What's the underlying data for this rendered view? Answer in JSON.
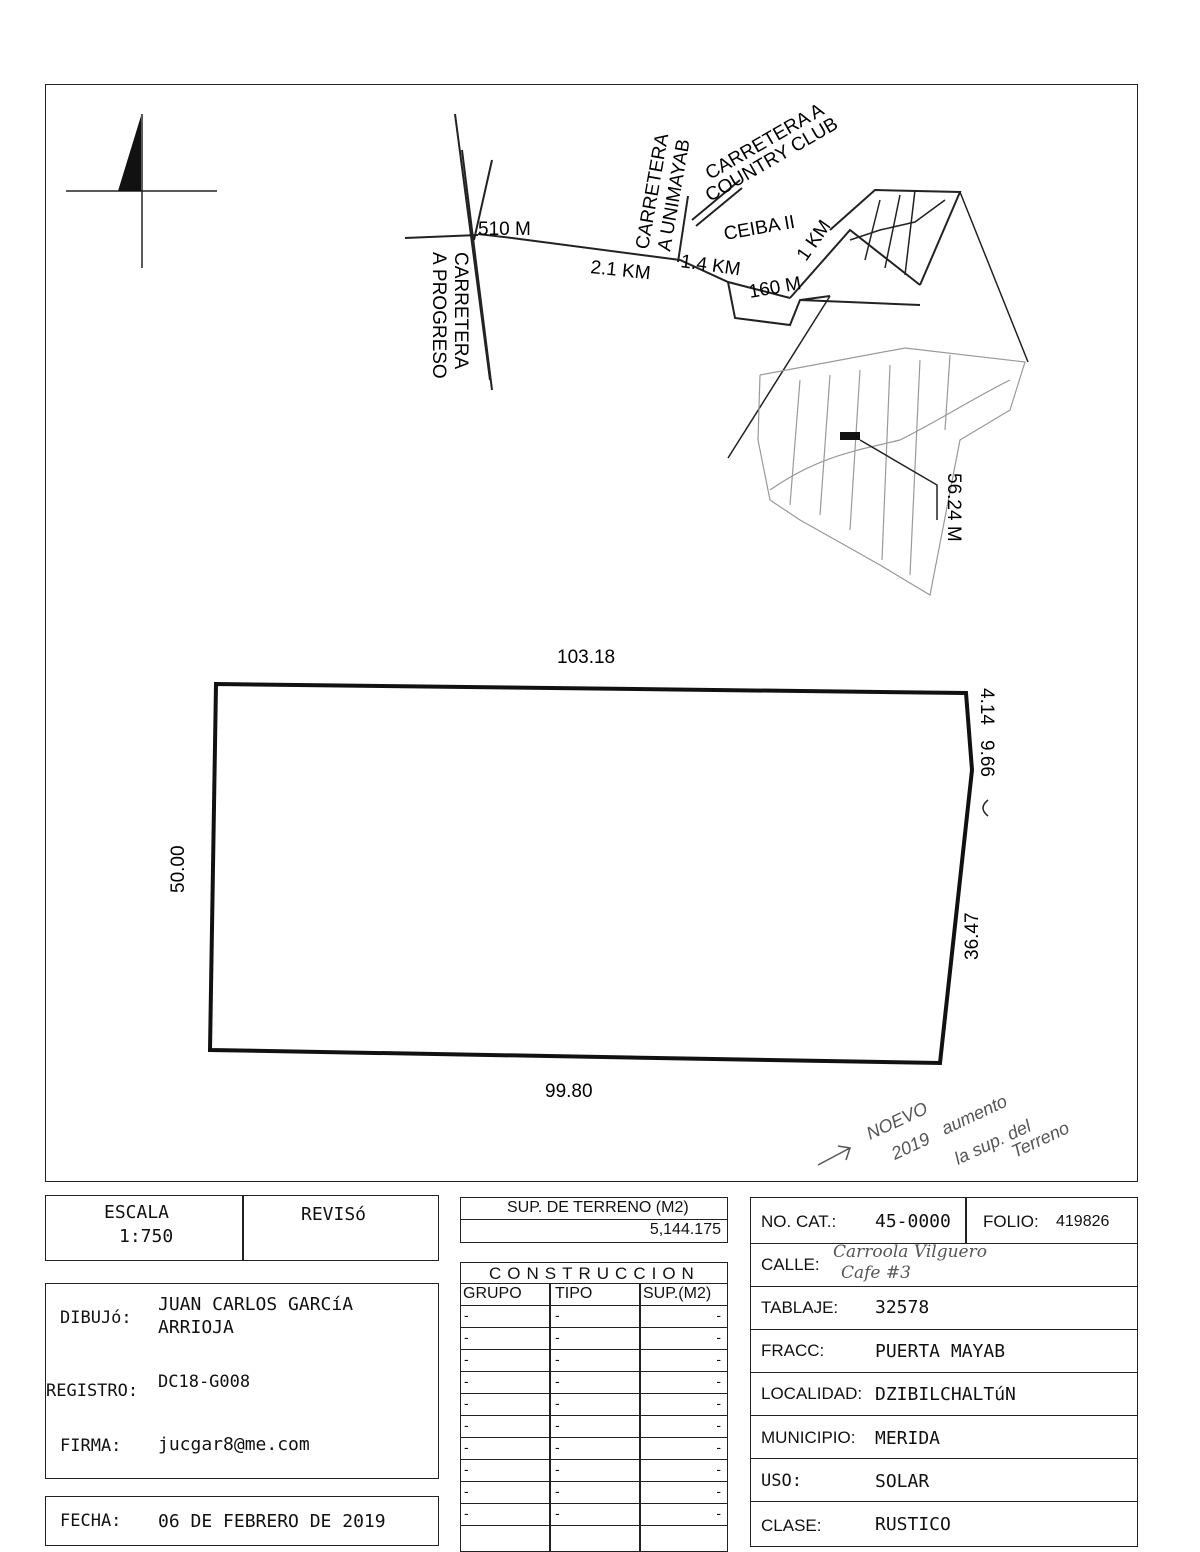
{
  "map": {
    "north": "N",
    "roads": {
      "progreso": "CARRETERA A PROGRESO",
      "progreso_line1": "CARRETERA",
      "progreso_line2": "A PROGRESO",
      "unimayab_line1": "CARRETERA",
      "unimayab_line2": "A UNIMAYAB",
      "country_line1": "CARRETERA A",
      "country_line2": "COUNTRY CLUB",
      "ceiba": "CEIBA II"
    },
    "distances": {
      "d510": "510 M",
      "d21": "2.1 KM",
      "d14": "1.4 KM",
      "d160": "160 M",
      "d1": "1 KM",
      "d5624": "56.24 M"
    },
    "plot": {
      "top": "103.18",
      "bottom": "99.80",
      "left": "50.00",
      "right_upper": "4.14",
      "right_mid": "9.66",
      "right_lower": "36.47"
    },
    "annotation": {
      "l1": "NOEVO",
      "l2": "2019",
      "l3": "aumento",
      "l4": "la sup. del",
      "l5": "Terreno"
    }
  },
  "title_block": {
    "escala_label": "ESCALA",
    "escala_value": "1:750",
    "reviso_label": "REVISó",
    "dibujo_label": "DIBUJó:",
    "dibujo_value_l1": "JUAN CARLOS GARCíA",
    "dibujo_value_l2": "ARRIOJA",
    "registro_label": "REGISTRO:",
    "registro_value": "DC18-G008",
    "firma_label": "FIRMA:",
    "firma_value": "jucgar8@me.com",
    "fecha_label": "FECHA:",
    "fecha_value": "06 DE FEBRERO DE 2019",
    "sup_label": "SUP. DE TERRENO (M2)",
    "sup_value": "5,144.175",
    "construccion_label": "CONSTRUCCION",
    "cols": [
      "GRUPO",
      "TIPO",
      "SUP.(M2)"
    ],
    "dash": "-",
    "no_cat_label": "NO. CAT.:",
    "no_cat_value": "45-0000",
    "folio_label": "FOLIO:",
    "folio_value": "419826",
    "calle_label": "CALLE:",
    "calle_value_l1": "Carroola Vilguero",
    "calle_value_l2": "Cafe #3",
    "tablaje_label": "TABLAJE:",
    "tablaje_value": "32578",
    "fracc_label": "FRACC:",
    "fracc_value": "PUERTA MAYAB",
    "localidad_label": "LOCALIDAD:",
    "localidad_value": "DZIBILCHALTúN",
    "municipio_label": "MUNICIPIO:",
    "municipio_value": "MERIDA",
    "uso_label": "USO:",
    "uso_value": "SOLAR",
    "clase_label": "CLASE:",
    "clase_value": "RUSTICO"
  }
}
